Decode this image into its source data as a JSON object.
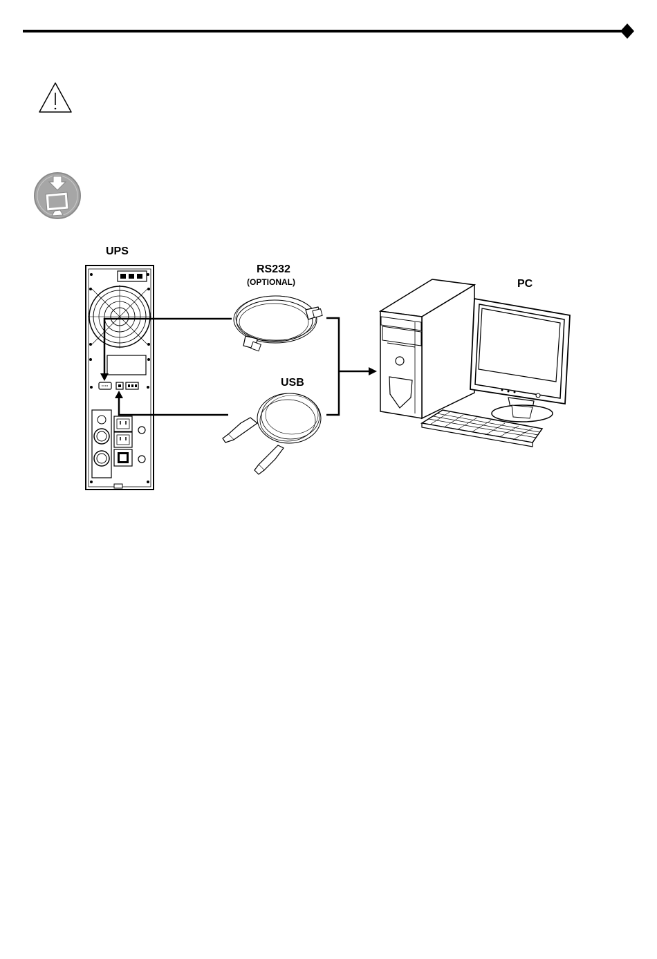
{
  "labels": {
    "ups": "UPS",
    "rs232": "RS232",
    "rs232_note": "(OPTIONAL)",
    "usb": "USB",
    "pc": "PC"
  },
  "icons": {
    "warning": "warning-triangle-icon",
    "install": "software-install-icon"
  },
  "colors": {
    "line": "#000000",
    "icon_circle": "#a6a6a6",
    "page": "#ffffff"
  }
}
